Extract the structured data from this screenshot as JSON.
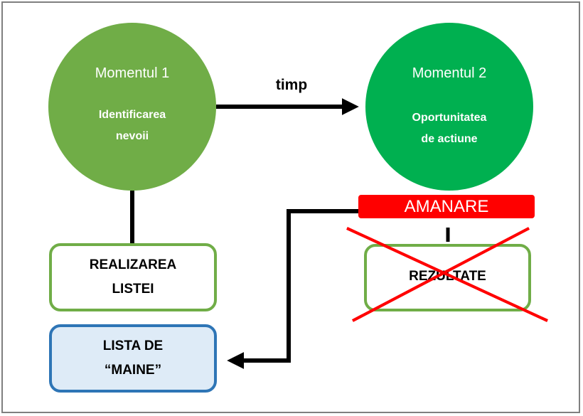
{
  "moment1": {
    "title": "Momentul 1",
    "subtitle_line1": "Identificarea",
    "subtitle_line2": "nevoii"
  },
  "moment2": {
    "title": "Momentul 2",
    "subtitle_line1": "Oportunitatea",
    "subtitle_line2": "de actiune"
  },
  "arrow_label": "timp",
  "box_list": {
    "line1": "REALIZAREA",
    "line2": "LISTEI"
  },
  "box_tomorrow": {
    "line1": "LISTA DE",
    "line2": "“MAINE”"
  },
  "postpone_label": "AMANARE",
  "results_label": "REZULTATE",
  "colors": {
    "moment1": "#70AD47",
    "moment2": "#00B050",
    "red": "#FF0000",
    "green_border": "#70AD47",
    "blue_border": "#2E75B6",
    "blue_fill": "#DEEBF7"
  }
}
